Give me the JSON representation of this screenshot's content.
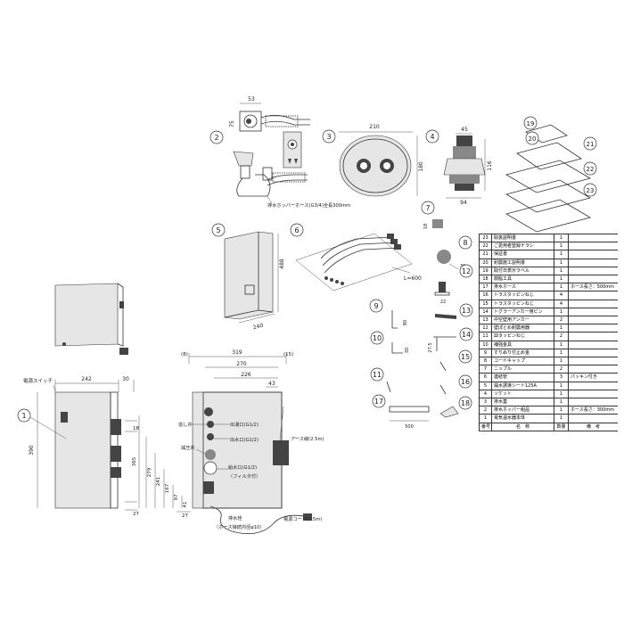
{
  "dimensions": {
    "p3_width": "210",
    "p3_height": "180",
    "p4_width": "45",
    "p4_height": "116",
    "p4_base": "94",
    "p2_top": "53",
    "p2_side": "75",
    "p5_height": "488",
    "p5_width": "240",
    "p6_length": "L=600",
    "p8_size": "30",
    "p12_size": "22",
    "p7_size": "18",
    "p9_size": "80",
    "p10_size": "30",
    "p14_size": "27.5",
    "p17_length": "500",
    "front_width": "242",
    "front_side": "30",
    "front_height": "390",
    "front_d18": "18",
    "front_d27": "27",
    "side_total": "319",
    "side_8": "(8)",
    "side_15": "(15)",
    "side_270": "270",
    "side_226": "226",
    "side_43": "43",
    "side_365": "365",
    "side_279": "279",
    "side_241": "241",
    "side_167": "167",
    "side_97": "97",
    "side_41": "41",
    "side_27": "27"
  },
  "labels": {
    "drain_hose_note": "排水ホッパーホース(G3/4)全長300mm",
    "power_switch": "電源スイッチ",
    "relief_valve": "逃し弁",
    "outlet": "出湯口(G1/2)",
    "water_outlet": "出水口(G1/2)",
    "reducing_valve": "減圧弁",
    "inlet": "給水口(G1/2)",
    "filter": "（フィルタ付）",
    "drain_plug": "排水栓",
    "hose_note": "（ホース接続内径φ10）",
    "earth_wire": "アース線(2.5m)",
    "power_cord": "電源コード(2.5m)"
  },
  "part_numbers": [
    "1",
    "2",
    "3",
    "4",
    "5",
    "6",
    "7",
    "8",
    "9",
    "10",
    "11",
    "12",
    "13",
    "14",
    "15",
    "16",
    "17",
    "18",
    "19",
    "20",
    "21",
    "22",
    "23"
  ],
  "parts_table": {
    "headers": [
      "番号",
      "名　称",
      "数量",
      "備　考"
    ],
    "rows": [
      [
        "23",
        "取扱説明書",
        "1",
        ""
      ],
      [
        "22",
        "ご愛用者登録ナラシ",
        "1",
        ""
      ],
      [
        "21",
        "保証書",
        "1",
        ""
      ],
      [
        "20",
        "耐震施工説明書",
        "1",
        ""
      ],
      [
        "19",
        "取付日表示ラベル",
        "1",
        ""
      ],
      [
        "18",
        "樹脂工具",
        "1",
        ""
      ],
      [
        "17",
        "排水ホース",
        "1",
        "ホース長さ：500mm"
      ],
      [
        "16",
        "トラスタッピンねじ",
        "4",
        ""
      ],
      [
        "15",
        "トラスタッピンねじ",
        "4",
        ""
      ],
      [
        "14",
        "トグラーアンカー用ピン",
        "1",
        ""
      ],
      [
        "13",
        "中空壁用アンカー",
        "2",
        ""
      ],
      [
        "12",
        "壁ぽとめ耐震用器",
        "1",
        ""
      ],
      [
        "11",
        "皿タッピンねじ",
        "2",
        ""
      ],
      [
        "10",
        "補強金具",
        "1",
        ""
      ],
      [
        "9",
        "すりぬり付止め金",
        "1",
        ""
      ],
      [
        "8",
        "コードキャップ",
        "1",
        ""
      ],
      [
        "7",
        "ニップル",
        "2",
        ""
      ],
      [
        "6",
        "連結管",
        "3",
        "パッキン付き"
      ],
      [
        "5",
        "漏水誘導シート125A",
        "1",
        ""
      ],
      [
        "4",
        "ソケット",
        "1",
        ""
      ],
      [
        "3",
        "排水蓋",
        "1",
        ""
      ],
      [
        "2",
        "排水ホッパー組品",
        "1",
        "ホース長さ：300mm"
      ],
      [
        "1",
        "電気温水器本体",
        "1",
        ""
      ]
    ]
  }
}
